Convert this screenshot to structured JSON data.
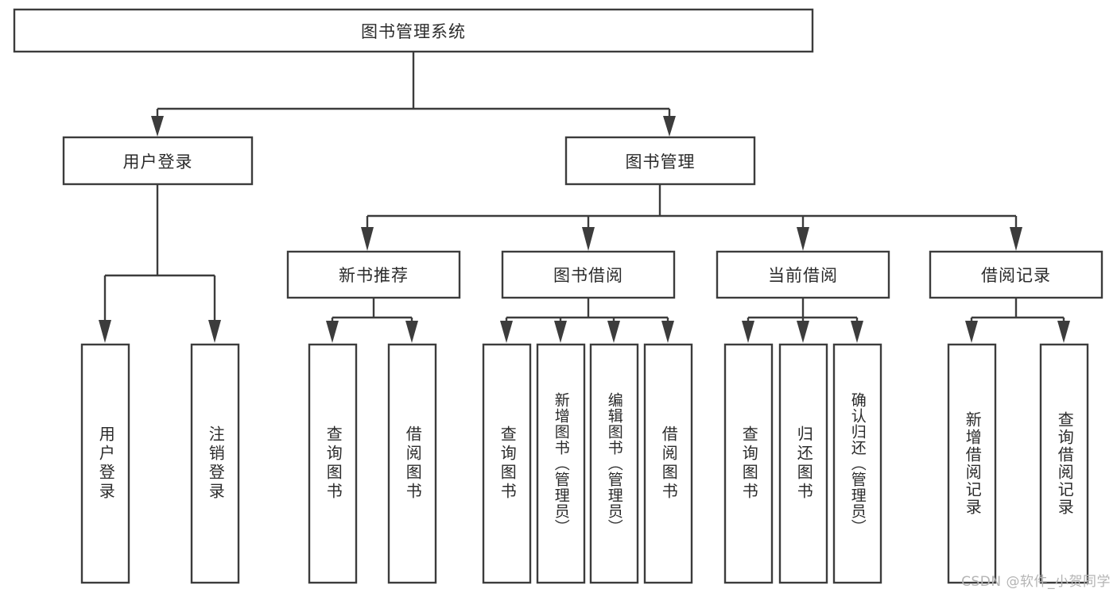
{
  "diagram": {
    "title": "图书管理系统",
    "watermark": "CSDN @软件_小贺同学",
    "colors": {
      "stroke": "#3c3c3c",
      "fill": "#ffffff",
      "text": "#2b2b2b",
      "watermark": "#b4b4b4"
    },
    "nodes": {
      "root": {
        "label": "图书管理系统"
      },
      "level2": [
        {
          "label": "用户登录"
        },
        {
          "label": "图书管理"
        }
      ],
      "level3": [
        {
          "label": "新书推荐"
        },
        {
          "label": "图书借阅"
        },
        {
          "label": "当前借阅"
        },
        {
          "label": "借阅记录"
        }
      ],
      "leaves": [
        {
          "label": "用户登录",
          "parent": "用户登录"
        },
        {
          "label": "注销登录",
          "parent": "用户登录"
        },
        {
          "label": "查询图书",
          "parent": "新书推荐"
        },
        {
          "label": "借阅图书",
          "parent": "新书推荐"
        },
        {
          "label": "查询图书",
          "parent": "图书借阅"
        },
        {
          "label": "新增图书（管理员）",
          "parent": "图书借阅"
        },
        {
          "label": "编辑图书（管理员）",
          "parent": "图书借阅"
        },
        {
          "label": "借阅图书",
          "parent": "图书借阅"
        },
        {
          "label": "查询图书",
          "parent": "当前借阅"
        },
        {
          "label": "归还图书",
          "parent": "当前借阅"
        },
        {
          "label": "确认归还（管理员）",
          "parent": "当前借阅"
        },
        {
          "label": "新增借阅记录",
          "parent": "借阅记录"
        },
        {
          "label": "查询借阅记录",
          "parent": "借阅记录"
        }
      ]
    }
  }
}
